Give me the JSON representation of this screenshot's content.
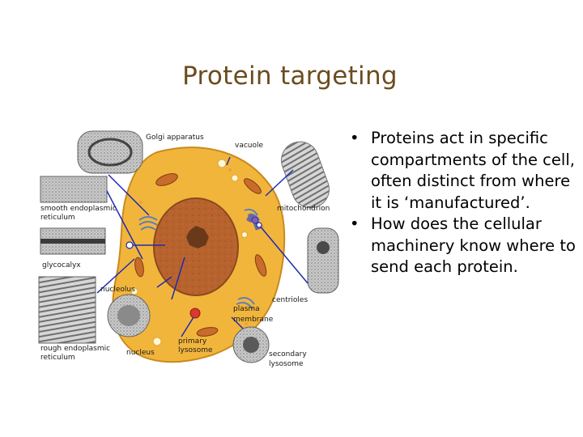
{
  "slide": {
    "title": "Protein targeting",
    "bullets": [
      "Proteins act in specific compartments of the cell, often distinct from where it is ‘manufactured’.",
      "How does the cellular machinery know where to send each protein."
    ]
  },
  "figure": {
    "labels": {
      "golgi": "Golgi apparatus",
      "vacuole": "vacuole",
      "mitochondrion": "mitochondrion",
      "smooth_er_1": "smooth endoplasmic",
      "smooth_er_2": "reticulum",
      "glycocalyx": "glycocalyx",
      "nucleolus": "nucleolus",
      "centrioles": "centrioles",
      "plasma_membrane_1": "plasma",
      "plasma_membrane_2": "membrane",
      "rough_er_1": "rough endoplasmic",
      "rough_er_2": "reticulum",
      "nucleus": "nucleus",
      "primary_lysosome_1": "primary",
      "primary_lysosome_2": "lysosome",
      "secondary_lysosome_1": "secondary",
      "secondary_lysosome_2": "lysosome"
    },
    "colors": {
      "cytoplasm": "#f2b53c",
      "nucleus": "#b8632d",
      "pointer": "#1f2bb0",
      "title": "#6b4c1e"
    }
  }
}
